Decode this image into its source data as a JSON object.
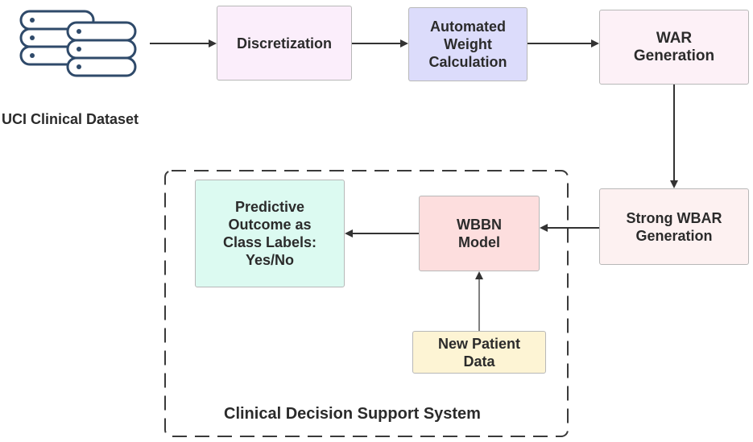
{
  "dataset": {
    "label": "UCI Clinical Dataset",
    "icon": "database-icon"
  },
  "nodes": {
    "discretization": "Discretization",
    "automated_weight": "Automated\nWeight\nCalculation",
    "war_generation": "WAR\nGeneration",
    "strong_wbar": "Strong WBAR\nGeneration",
    "wbbn_model": "WBBN\nModel",
    "predictive_outcome": "Predictive\nOutcome as\nClass Labels:\nYes/No",
    "new_patient": "New Patient\nData"
  },
  "system_boundary": {
    "label": "Clinical Decision Support System"
  },
  "colors": {
    "discretization": "#fbeefb",
    "automated_weight": "#dcdcfb",
    "war_generation": "#fdf1f7",
    "strong_wbar": "#fdf1f1",
    "wbbn_model": "#fddede",
    "predictive_outcome": "#dcfaf1",
    "new_patient": "#fdf4d4",
    "arrow": "#333333"
  }
}
